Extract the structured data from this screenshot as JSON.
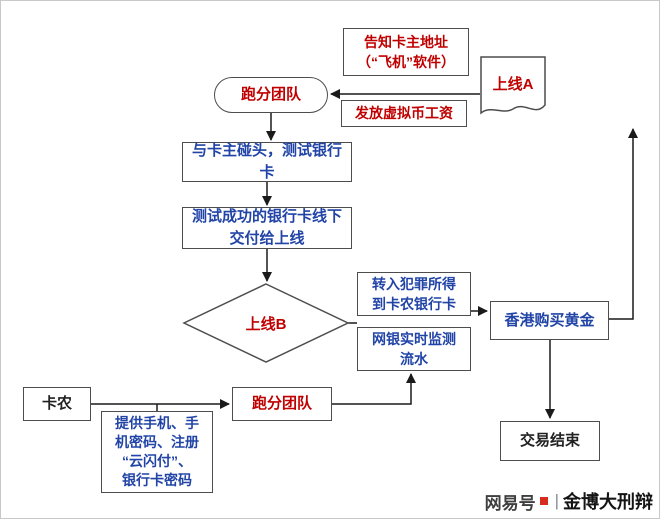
{
  "colors": {
    "red_text": "#c00000",
    "blue_text": "#2144a6",
    "black_text": "#222222",
    "line": "#1a1a1a",
    "box_border": "#4d4d4d",
    "watermark_accent": "#d62b1f"
  },
  "nodes": {
    "notify": {
      "lines": [
        "告知卡主地址",
        "（“飞机”软件）"
      ]
    },
    "upline_a": {
      "lines": [
        "上线A"
      ]
    },
    "paofen_top": {
      "lines": [
        "跑分团队"
      ]
    },
    "wage": {
      "lines": [
        "发放虚拟币工资"
      ]
    },
    "meet": {
      "lines": [
        "与卡主碰头，测试银行",
        "卡"
      ]
    },
    "deliver": {
      "lines": [
        "测试成功的银行卡线下",
        "交付给上线"
      ]
    },
    "upline_b": {
      "lines": [
        "上线B"
      ]
    },
    "transfer": {
      "lines": [
        "转入犯罪所得",
        "到卡农银行卡"
      ]
    },
    "monitor": {
      "lines": [
        "网银实时监测",
        "流水"
      ]
    },
    "hk_gold": {
      "lines": [
        "香港购买黄金"
      ]
    },
    "kanong": {
      "lines": [
        "卡农"
      ]
    },
    "paofen_bottom": {
      "lines": [
        "跑分团队"
      ]
    },
    "provide": {
      "lines": [
        "提供手机、手",
        "机密码、注册",
        "“云闪付”、",
        "银行卡密码"
      ]
    },
    "end": {
      "lines": [
        "交易结束"
      ]
    }
  },
  "watermark": {
    "brand": "网易号",
    "divider": "|",
    "account": "金博大刑辩"
  }
}
